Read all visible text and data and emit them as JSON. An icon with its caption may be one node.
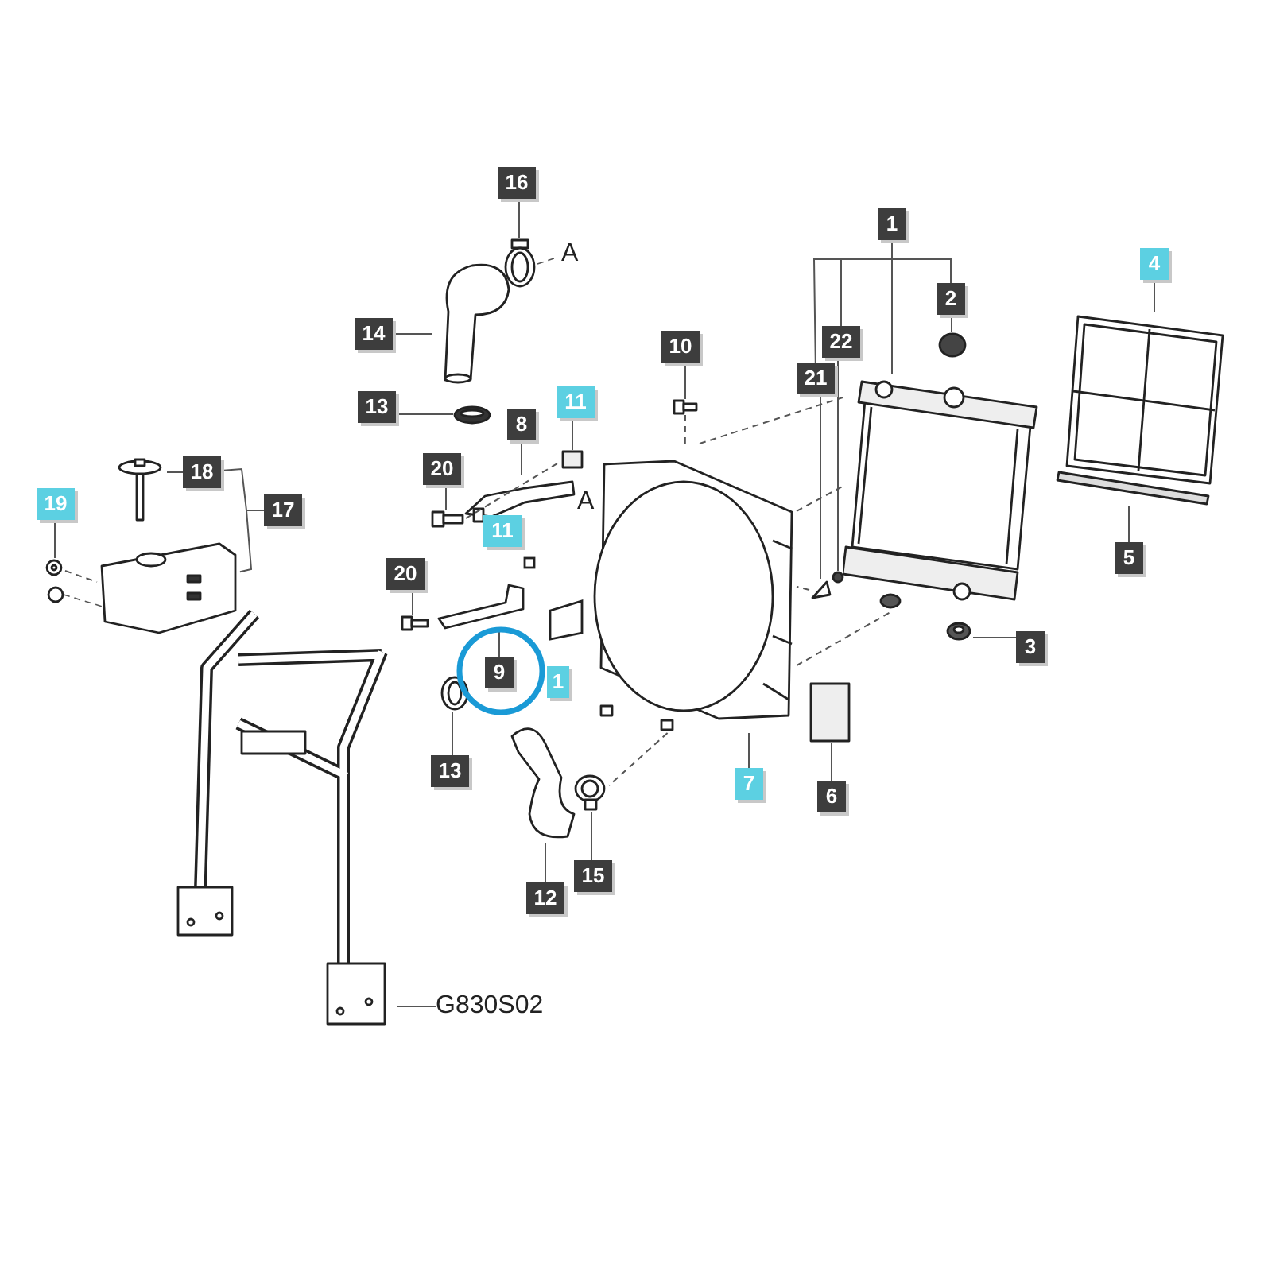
{
  "diagram": {
    "nodes": [
      {
        "text": [
          "16"
        ]
      },
      {
        "text": [
          "1"
        ]
      },
      {
        "text": [
          "2"
        ]
      },
      {
        "text": [
          "4"
        ]
      },
      {
        "text": [
          "22"
        ]
      },
      {
        "text": [
          "14"
        ]
      },
      {
        "text": [
          "10"
        ]
      },
      {
        "text": [
          "21"
        ]
      },
      {
        "text": [
          "13"
        ]
      },
      {
        "text": [
          "11"
        ]
      },
      {
        "text": [
          "8"
        ]
      },
      {
        "text": [
          "18"
        ]
      },
      {
        "text": [
          "20"
        ]
      },
      {
        "text": [
          "17"
        ]
      },
      {
        "text": [
          "19"
        ]
      },
      {
        "text": [
          "5"
        ]
      },
      {
        "text": [
          "20"
        ]
      },
      {
        "text": [
          "3"
        ]
      },
      {
        "text": [
          "9"
        ]
      },
      {
        "text": [
          "13"
        ]
      },
      {
        "text": [
          "7"
        ]
      },
      {
        "text": [
          "6"
        ]
      },
      {
        "text": [
          "15"
        ]
      },
      {
        "text": [
          "12"
        ]
      },
      {
        "text": [
          "G830S02"
        ]
      },
      {
        "text": [],
        "shape": "picture"
      },
      {
        "text": [],
        "shape": "picture"
      },
      {
        "text": [],
        "shape": "picture"
      },
      {
        "text": [],
        "shape": "picture"
      },
      {
        "text": [],
        "shape": "circle"
      },
      {
        "text": [],
        "shape": "picture"
      },
      {
        "text": [],
        "shape": "bar"
      },
      {
        "text": [],
        "shape": "circle"
      },
      {
        "text": [],
        "shape": "picture"
      },
      {
        "text": [],
        "shape": "picture"
      },
      {
        "text": [],
        "shape": "box"
      },
      {
        "text": [],
        "shape": "picture"
      },
      {
        "text": [],
        "shape": "picture"
      },
      {
        "text": [],
        "shape": "picture"
      },
      {
        "text": [],
        "shape": "picture"
      },
      {
        "text": [],
        "shape": "picture"
      },
      {
        "text": [],
        "shape": "picture"
      },
      {
        "text": [],
        "shape": "picture"
      },
      {
        "text": [],
        "shape": "picture"
      },
      {
        "text": [],
        "shape": "picture"
      },
      {
        "text": [],
        "shape": "picture"
      },
      {
        "text": [],
        "shape": "picture"
      },
      {
        "text": [],
        "shape": "picture"
      },
      {
        "text": [],
        "shape": "box"
      },
      {
        "text": [],
        "shape": "picture"
      },
      {
        "text": [
          "11"
        ]
      },
      {
        "text": [
          "1"
        ]
      }
    ],
    "edges": [
      {
        "from": 0,
        "to": 25,
        "arrow": "none"
      },
      {
        "from": 5,
        "to": 26,
        "arrow": "none"
      },
      {
        "from": 8,
        "to": 27,
        "arrow": "none"
      },
      {
        "from": 6,
        "to": 34,
        "arrow": "none"
      },
      {
        "from": 1,
        "to": 28,
        "arrow": "none"
      },
      {
        "from": 1,
        "to": 2,
        "arrow": "none"
      },
      {
        "from": 1,
        "to": 4,
        "arrow": "none"
      },
      {
        "from": 1,
        "to": 7,
        "arrow": "none"
      },
      {
        "from": 2,
        "to": 29,
        "arrow": "none"
      },
      {
        "from": 3,
        "to": 30,
        "arrow": "none"
      },
      {
        "from": 15,
        "to": 31,
        "arrow": "none"
      },
      {
        "from": 4,
        "to": 32,
        "arrow": "none"
      },
      {
        "from": 7,
        "to": 33,
        "arrow": "none"
      },
      {
        "from": 17,
        "to": 44,
        "arrow": "none"
      },
      {
        "from": 9,
        "to": 35,
        "arrow": "none"
      },
      {
        "from": 10,
        "to": 36,
        "arrow": "none"
      },
      {
        "from": 12,
        "to": 37,
        "arrow": "none"
      },
      {
        "from": 16,
        "to": 43,
        "arrow": "none"
      },
      {
        "from": 11,
        "to": 38,
        "arrow": "none"
      },
      {
        "from": 13,
        "to": 39,
        "arrow": "none"
      },
      {
        "from": 13,
        "to": 11,
        "arrow": "none"
      },
      {
        "from": 14,
        "to": 40,
        "arrow": "none"
      },
      {
        "from": 18,
        "to": 42,
        "arrow": "none"
      },
      {
        "from": 19,
        "to": 45,
        "arrow": "none"
      },
      {
        "from": 20,
        "to": 41,
        "arrow": "none"
      },
      {
        "from": 21,
        "to": 48,
        "arrow": "none"
      },
      {
        "from": 22,
        "to": 47,
        "arrow": "none"
      },
      {
        "from": 23,
        "to": 46,
        "arrow": "none"
      },
      {
        "from": 24,
        "to": 49,
        "arrow": "none"
      },
      {
        "from": 41,
        "to": 28,
        "arrow": "none",
        "style": "dashed"
      },
      {
        "from": 41,
        "to": 28,
        "arrow": "none",
        "style": "dashed"
      },
      {
        "from": 41,
        "to": 28,
        "arrow": "none",
        "style": "dashed"
      },
      {
        "from": 34,
        "to": 41,
        "arrow": "none",
        "style": "dashed"
      },
      {
        "from": 37,
        "to": 35,
        "arrow": "none",
        "style": "dashed"
      },
      {
        "from": 41,
        "to": 47,
        "arrow": "none",
        "style": "dashed"
      },
      {
        "from": 40,
        "to": 39,
        "arrow": "none",
        "style": "dashed"
      },
      {
        "from": 33,
        "to": 41,
        "arrow": "none",
        "style": "dashed"
      }
    ],
    "labels": [
      "A",
      "A"
    ]
  }
}
